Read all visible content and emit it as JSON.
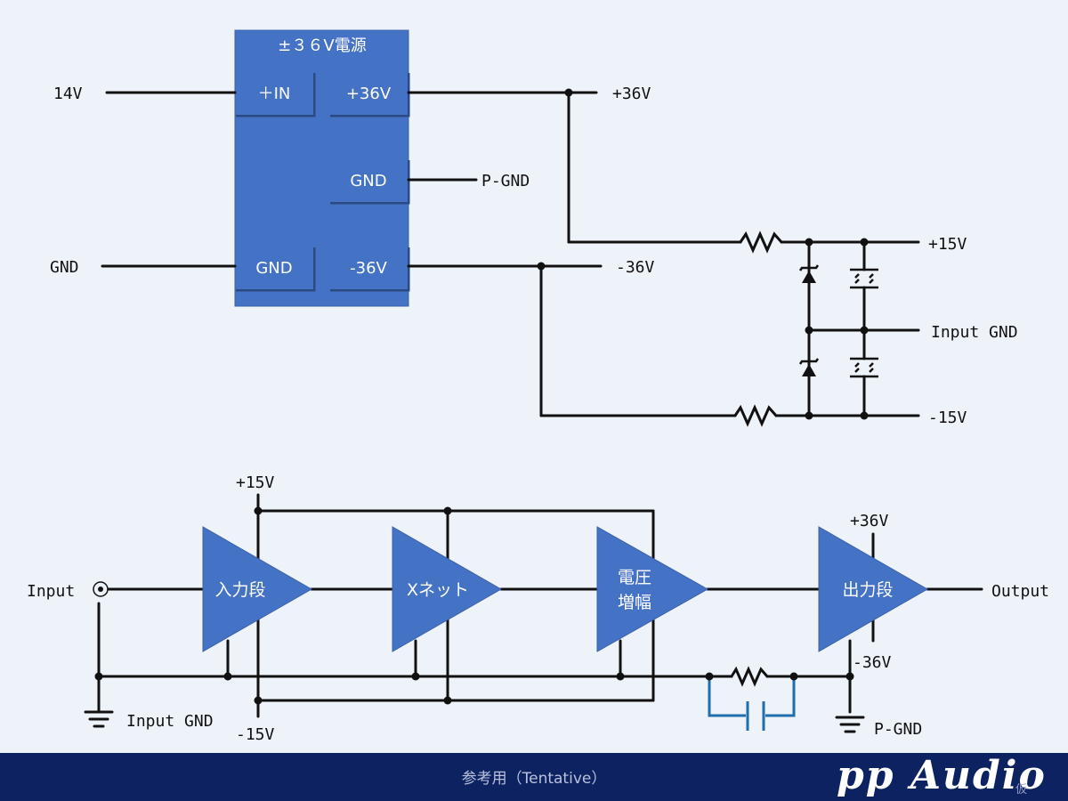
{
  "power_supply": {
    "title": "±３６V電源",
    "pins": {
      "in_plus": "＋IN",
      "gnd_in": "GND",
      "out_plus": "+36V",
      "gnd_mid": "GND",
      "out_minus": "-36V"
    }
  },
  "labels": {
    "v14": "14V",
    "gnd": "GND",
    "p36": "+36V",
    "pgnd": "P-GND",
    "m36": "-36V",
    "p15": "+15V",
    "input_gnd": "Input GND",
    "m15": "-15V"
  },
  "amp_chain": {
    "input": "Input",
    "output": "Output",
    "plus15": "+15V",
    "minus15": "-15V",
    "plus36": "+36V",
    "minus36": "-36V",
    "input_gnd": "Input GND",
    "pgnd": "P-GND",
    "stages": [
      "入力段",
      "Xネット",
      "電圧",
      "増幅",
      "出力段"
    ]
  },
  "footer": {
    "note": "参考用（Tentative）",
    "brand": "pp Audio",
    "brand_sub": "仮"
  },
  "colors": {
    "block": "#4472c4",
    "footer": "#0d2260",
    "background": "#eef2f9",
    "cap": "#1f6fad"
  }
}
